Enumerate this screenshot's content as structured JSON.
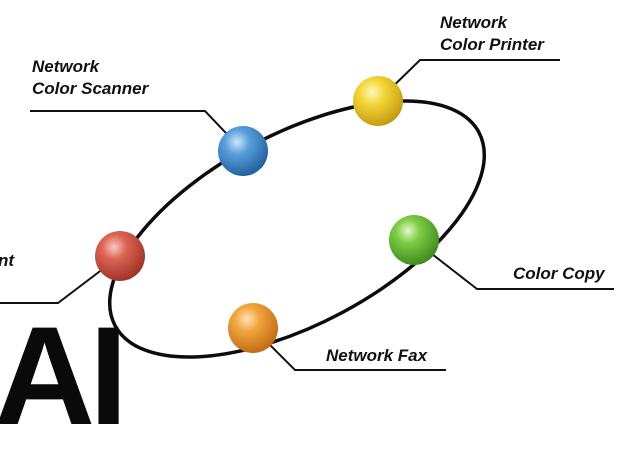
{
  "nodes": [
    {
      "id": "scanner",
      "line1": "Network",
      "line2": "Color Scanner",
      "color": "#3f86c6"
    },
    {
      "id": "printer",
      "line1": "Network",
      "line2": "Color Printer",
      "color": "#eccc2a"
    },
    {
      "id": "copy",
      "line1": "",
      "line2": "Color Copy",
      "color": "#6cbf34"
    },
    {
      "id": "fax",
      "line1": "",
      "line2": "Network Fax",
      "color": "#ef9d2c"
    },
    {
      "id": "left",
      "line1": "nt",
      "line2": "",
      "color": "#d9594a"
    }
  ],
  "big_letters": "AI"
}
